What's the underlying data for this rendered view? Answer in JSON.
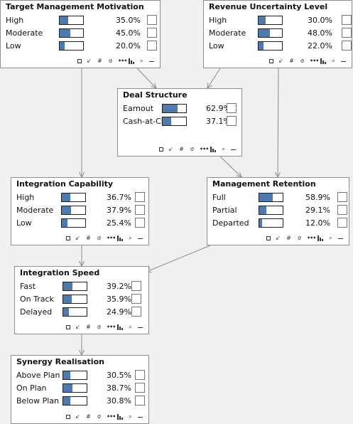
{
  "nodes": [
    {
      "id": "target-management-motivation",
      "title": "Target Management Motivation",
      "states": [
        {
          "label": "High",
          "percent": "35.0%",
          "value": 0.35
        },
        {
          "label": "Moderate",
          "percent": "45.0%",
          "value": 0.45
        },
        {
          "label": "Low",
          "percent": "20.0%",
          "value": 0.2
        }
      ]
    },
    {
      "id": "revenue-uncertainty-level",
      "title": "Revenue Uncertainty Level",
      "states": [
        {
          "label": "High",
          "percent": "30.0%",
          "value": 0.3
        },
        {
          "label": "Moderate",
          "percent": "48.0%",
          "value": 0.48
        },
        {
          "label": "Low",
          "percent": "22.0%",
          "value": 0.22
        }
      ]
    },
    {
      "id": "deal-structure",
      "title": "Deal Structure",
      "states": [
        {
          "label": "Earnout",
          "percent": "62.9%",
          "value": 0.629
        },
        {
          "label": "Cash-at-Cl",
          "percent": "37.1%",
          "value": 0.371
        }
      ]
    },
    {
      "id": "integration-capability",
      "title": "Integration Capability",
      "states": [
        {
          "label": "High",
          "percent": "36.7%",
          "value": 0.367
        },
        {
          "label": "Moderate",
          "percent": "37.9%",
          "value": 0.379
        },
        {
          "label": "Low",
          "percent": "25.4%",
          "value": 0.254
        }
      ]
    },
    {
      "id": "management-retention",
      "title": "Management Retention",
      "states": [
        {
          "label": "Full",
          "percent": "58.9%",
          "value": 0.589
        },
        {
          "label": "Partial",
          "percent": "29.1%",
          "value": 0.291
        },
        {
          "label": "Departed",
          "percent": "12.0%",
          "value": 0.12
        }
      ]
    },
    {
      "id": "integration-speed",
      "title": "Integration Speed",
      "states": [
        {
          "label": "Fast",
          "percent": "39.2%",
          "value": 0.392
        },
        {
          "label": "On Track",
          "percent": "35.9%",
          "value": 0.359
        },
        {
          "label": "Delayed",
          "percent": "24.9%",
          "value": 0.249
        }
      ]
    },
    {
      "id": "synergy-realisation",
      "title": "Synergy Realisation",
      "states": [
        {
          "label": "Above Plan",
          "percent": "30.5%",
          "value": 0.305
        },
        {
          "label": "On Plan",
          "percent": "38.7%",
          "value": 0.387
        },
        {
          "label": "Below Plan",
          "percent": "30.8%",
          "value": 0.308
        }
      ]
    }
  ],
  "edges": [
    {
      "from": "target-management-motivation",
      "to": "integration-capability"
    },
    {
      "from": "target-management-motivation",
      "to": "deal-structure"
    },
    {
      "from": "revenue-uncertainty-level",
      "to": "deal-structure"
    },
    {
      "from": "revenue-uncertainty-level",
      "to": "management-retention"
    },
    {
      "from": "deal-structure",
      "to": "management-retention"
    },
    {
      "from": "integration-capability",
      "to": "integration-speed"
    },
    {
      "from": "management-retention",
      "to": "integration-speed"
    },
    {
      "from": "integration-speed",
      "to": "synergy-realisation"
    }
  ],
  "colors": {
    "bar_fill": "#4f7ab0",
    "edge": "#8a8a8a"
  },
  "toolbar_icons": [
    "square-icon",
    "arrow-icon",
    "grid-icon",
    "sigma-icon",
    "more-icon",
    "histogram-icon",
    "search-icon",
    "minus-icon"
  ]
}
